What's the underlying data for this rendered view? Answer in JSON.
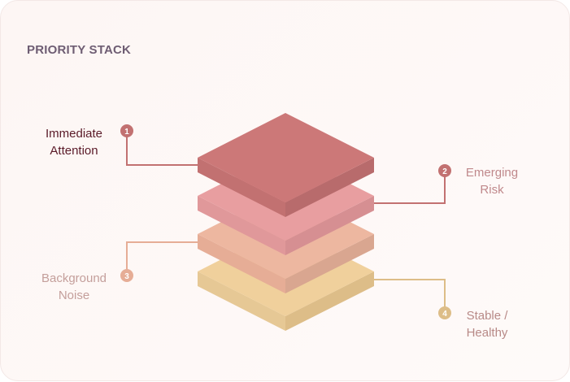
{
  "title": "PRIORITY STACK",
  "layers": [
    {
      "num": "1",
      "line1": "Immediate",
      "line2": "Attention",
      "color": "#cc7878",
      "label_color": "#5a1a28"
    },
    {
      "num": "2",
      "line1": "Emerging",
      "line2": "Risk",
      "color": "#e89ea0",
      "label_color": "#c0898c"
    },
    {
      "num": "3",
      "line1": "Background",
      "line2": "Noise",
      "color": "#edb7a0",
      "label_color": "#c49f9b"
    },
    {
      "num": "4",
      "line1": "Stable /",
      "line2": "Healthy",
      "color": "#f0d09c",
      "label_color": "#b88a87"
    }
  ]
}
